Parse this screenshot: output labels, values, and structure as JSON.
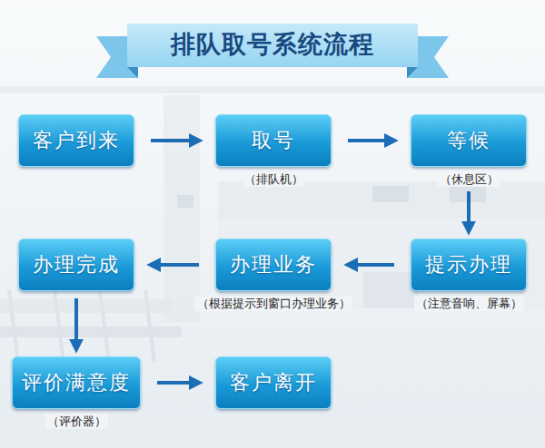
{
  "diagram": {
    "title": "排队取号系统流程",
    "nodes": [
      {
        "text": [
          "客户到来"
        ]
      },
      {
        "text": [
          "取号"
        ]
      },
      {
        "text": [
          "等候"
        ]
      },
      {
        "text": [
          "办理完成"
        ]
      },
      {
        "text": [
          "办理业务"
        ]
      },
      {
        "text": [
          "提示办理"
        ]
      },
      {
        "text": [
          "评价满意度"
        ]
      },
      {
        "text": [
          "客户离开"
        ]
      }
    ],
    "edges": [
      {
        "from": 0,
        "to": 1,
        "arrow": "to"
      },
      {
        "from": 1,
        "to": 2,
        "arrow": "to"
      },
      {
        "from": 2,
        "to": 5,
        "arrow": "to"
      },
      {
        "from": 5,
        "to": 4,
        "arrow": "to"
      },
      {
        "from": 4,
        "to": 3,
        "arrow": "to"
      },
      {
        "from": 3,
        "to": 6,
        "arrow": "to"
      },
      {
        "from": 6,
        "to": 7,
        "arrow": "to"
      }
    ],
    "labels": [
      "（排队机）",
      "（休息区）",
      "（根据提示到窗口办理业务）",
      "（注意音响、屏幕）",
      "（评价器）"
    ]
  }
}
